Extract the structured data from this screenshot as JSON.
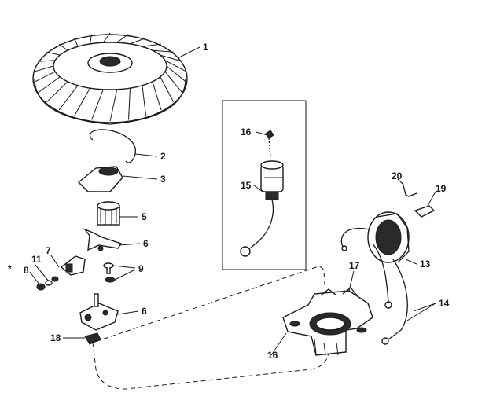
{
  "labels": {
    "l1": "1",
    "l2": "2",
    "l3": "3",
    "l5": "5",
    "l6a": "6",
    "l6b": "6",
    "l7": "7",
    "l8": "8",
    "l9": "9",
    "l11": "11",
    "l13": "13",
    "l14": "14",
    "l15": "15",
    "l16a": "16",
    "l16b": "16",
    "l17": "17",
    "l18": "18",
    "l19": "19",
    "l20": "20",
    "lx": "*"
  },
  "colors": {
    "ink": "#1a1a1a",
    "background": "#ffffff"
  }
}
